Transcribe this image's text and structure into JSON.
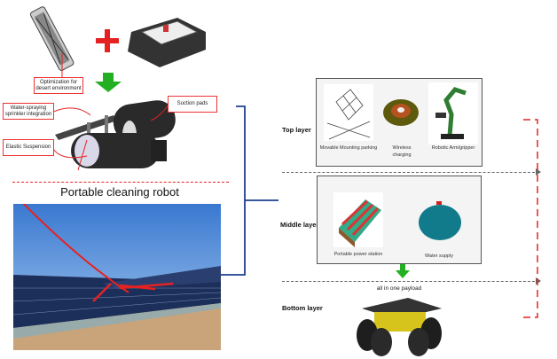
{
  "left": {
    "labels": {
      "optimization": "Optimization for desert environment",
      "water_spraying": "Water-spraying sprinkler integration",
      "suction_pads": "Suction pads",
      "elastic_suspension": "Elastic Suspension"
    },
    "title": "Portable cleaning robot"
  },
  "right": {
    "layers": {
      "top": "Top layer",
      "middle": "Middle layer",
      "bottom": "Bottom layer"
    },
    "top_items": [
      "Movable Mounting parking",
      "Wireless charging",
      "Robotic Arm/gripper"
    ],
    "middle_items": [
      "Portable power station",
      "Water supply"
    ],
    "payload_label": "all in one payload"
  },
  "colors": {
    "red": "#e52222",
    "green": "#22b022",
    "blue": "#1f3f8f"
  }
}
